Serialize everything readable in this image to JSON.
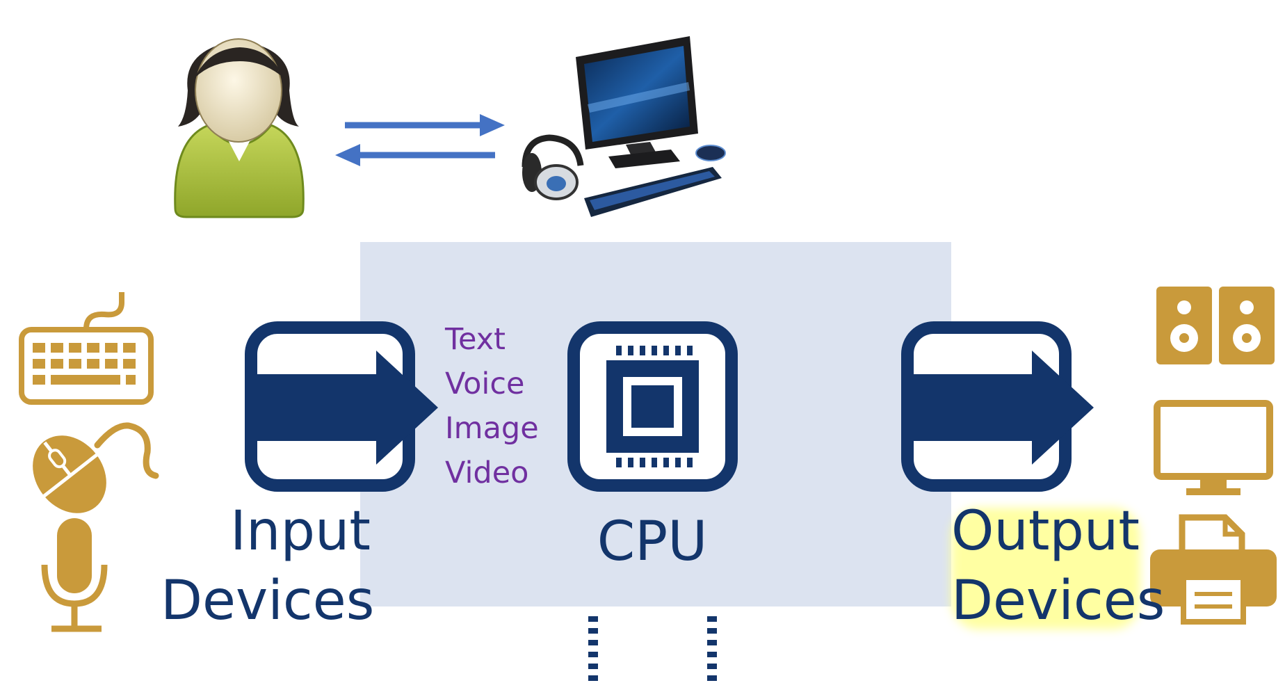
{
  "colors": {
    "navy": "#13356b",
    "gold": "#c99a3b",
    "purple": "#7030a0",
    "panel": "#dce3f0",
    "flow_arrow": "#4472c4",
    "glow": "#ffff99"
  },
  "icons": {
    "user": "user-icon",
    "computer": "desktop-computer-icon",
    "keyboard": "keyboard-icon",
    "mouse": "mouse-icon",
    "microphone": "microphone-icon",
    "speakers": "speakers-icon",
    "monitor": "monitor-icon",
    "printer": "printer-icon",
    "cpu": "cpu-chip-icon",
    "input_arrow": "input-arrow-icon",
    "output_arrow": "output-arrow-icon"
  },
  "labels": {
    "input_line1": "Input",
    "input_line2": "Devices",
    "cpu": "CPU",
    "output_line1": "Output",
    "output_line2": "Devices"
  },
  "media_types": [
    "Text",
    "Voice",
    "Image",
    "Video"
  ]
}
